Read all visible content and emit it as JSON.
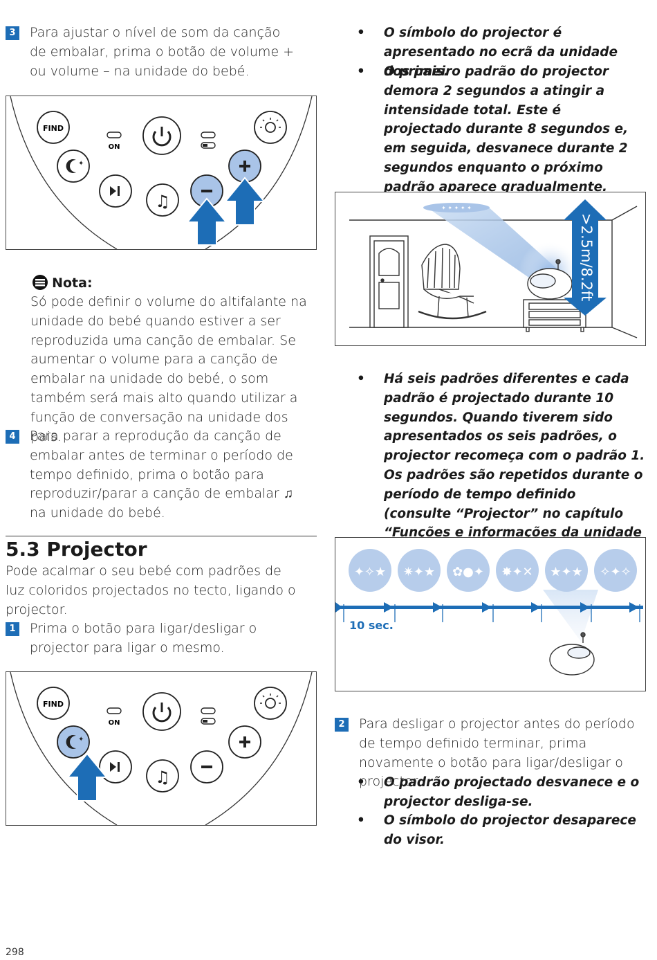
{
  "left": {
    "step3": {
      "num": "3",
      "text": "Para ajustar o nível de som da canção de embalar, prima o botão de volume + ou volume – na unidade do bebé."
    },
    "note": {
      "title": "Nota:",
      "text": "Só pode definir o volume do altifalante na unidade do bebé quando estiver a ser reproduzida uma canção de embalar. Se aumentar o volume para a canção de embalar na unidade do bebé, o som também será mais alto quando utilizar a função de conversação na unidade dos pais."
    },
    "step4": {
      "num": "4",
      "text": "Para parar a reprodução da canção de embalar antes de terminar o período de tempo definido, prima o botão para reproduzir/parar a canção de embalar ♫ na unidade do bebé."
    },
    "section": {
      "title": "5.3 Projector",
      "intro": "Pode acalmar o seu bebé com padrões de luz coloridos projectados no tecto, ligando o projector."
    },
    "step1": {
      "num": "1",
      "text": "Prima o botão para ligar/desligar o projector para ligar o mesmo."
    }
  },
  "panel": {
    "find": "FIND",
    "on": "ON"
  },
  "right": {
    "bullets_top": [
      "O símbolo do projector é apresentado no ecrã da unidade dos pais.",
      "O primeiro padrão do projector demora 2 segundos a atingir a intensidade total. Este é projectado durante 8 segundos e, em seguida, desvanece durante 2 segundos enquanto o próximo padrão aparece gradualmente."
    ],
    "room_height": ">2.5m/8.2ft",
    "bullet_mid": "Há seis padrões diferentes e cada padrão é projectado durante 10 segundos. Quando tiverem sido apresentados os seis padrões, o projector recomeça com o padrão 1. Os padrões são repetidos durante o período de tempo definido (consulte “Projector” no capítulo “Funções e informações da unidade dos pais”).",
    "timeline_label": "10 sec.",
    "step2": {
      "num": "2",
      "text": "Para desligar o projector antes do período de tempo definido terminar, prima novamente o botão para ligar/desligar o projector."
    },
    "bullets_bottom": [
      "O padrão projectado desvanece e o projector desliga-se.",
      "O símbolo do projector desaparece do visor."
    ]
  },
  "page_number": "298",
  "colors": {
    "accent": "#1d6db6",
    "highlight": "#a9c4e8",
    "pattern": "#b7cdeb"
  }
}
